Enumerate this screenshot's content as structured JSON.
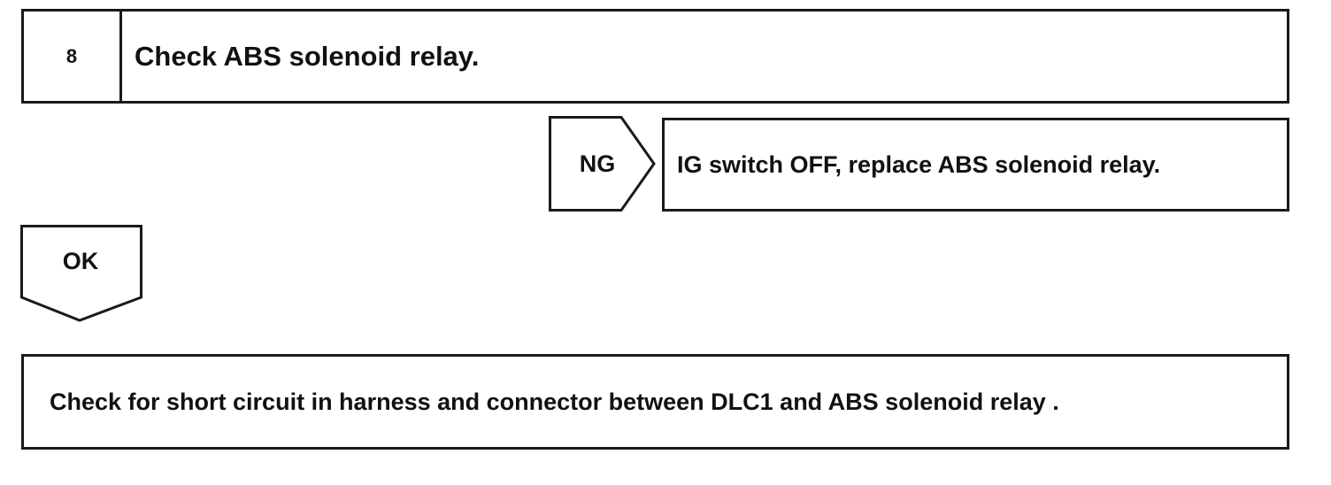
{
  "step": {
    "number": "8",
    "title": "Check ABS solenoid relay."
  },
  "ng_branch": {
    "label": "NG",
    "action": "IG switch OFF, replace ABS solenoid relay."
  },
  "ok_branch": {
    "label": "OK"
  },
  "next_step": {
    "text": "Check for short circuit in harness and connector between DLC1 and ABS solenoid relay ."
  },
  "colors": {
    "line": "#1a1a1a",
    "background": "#ffffff"
  }
}
